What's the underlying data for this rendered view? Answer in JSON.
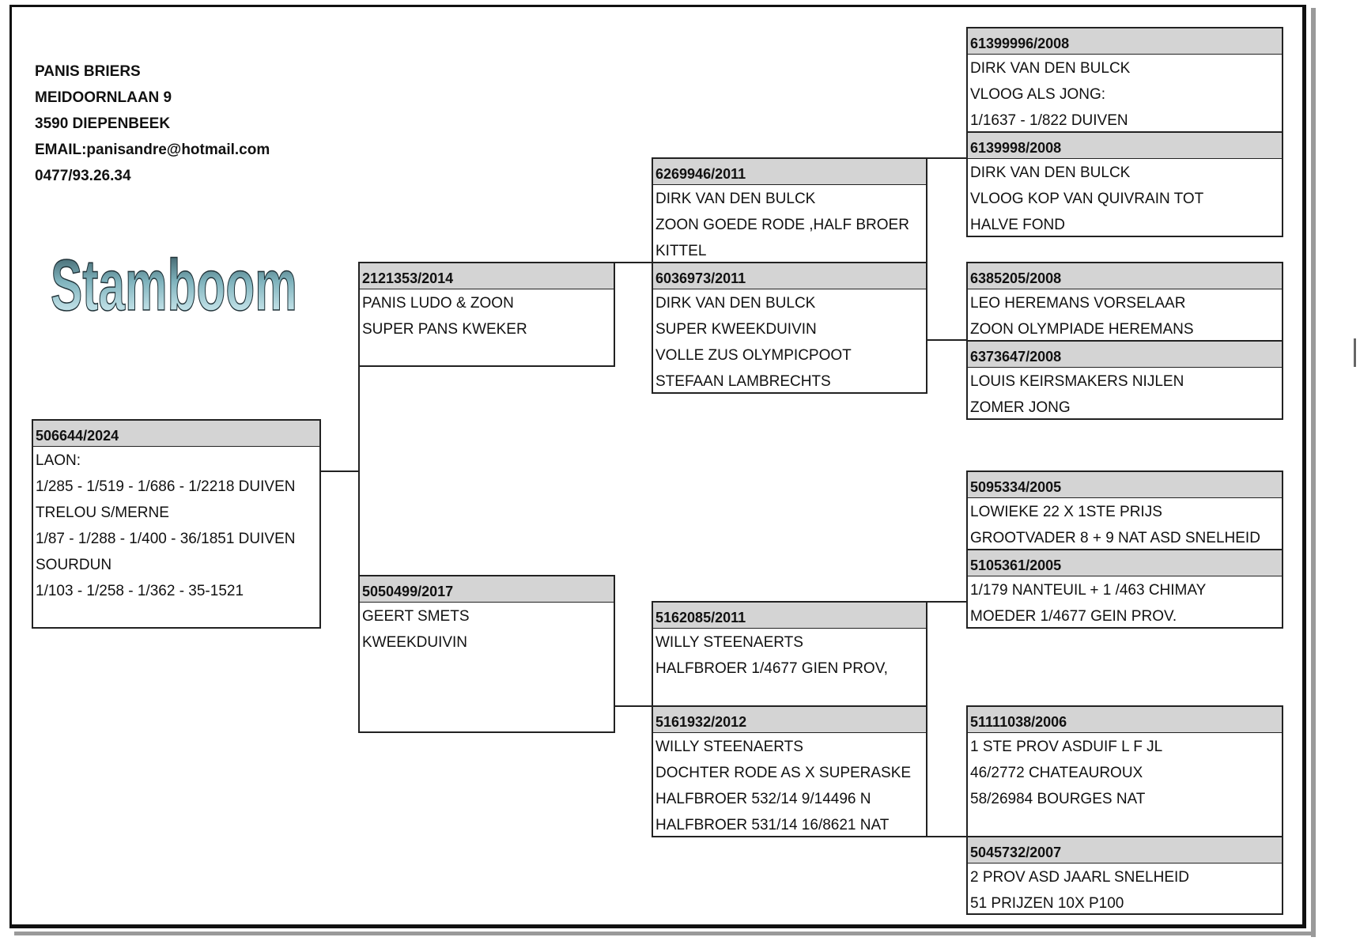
{
  "owner": {
    "name": "PANIS BRIERS",
    "street": "MEIDOORNLAAN 9",
    "city": "3590 DIEPENBEEK",
    "email": "EMAIL:panisandre@hotmail.com",
    "phone": "0477/93.26.34"
  },
  "logo_text": "Stamboom",
  "pigeons": {
    "subject": {
      "ring": "506644/2024",
      "lines": [
        "LAON:",
        "1/285 - 1/519 - 1/686 - 1/2218 DUIVEN",
        "TRELOU S/MERNE",
        "1/87 - 1/288 - 1/400 - 36/1851 DUIVEN",
        "SOURDUN",
        "1/103 - 1/258 - 1/362 - 35-1521"
      ]
    },
    "father": {
      "ring": "2121353/2014",
      "lines": [
        "PANIS LUDO & ZOON",
        "SUPER PANS KWEKER"
      ]
    },
    "mother": {
      "ring": "5050499/2017",
      "lines": [
        "GEERT SMETS",
        "KWEEKDUIVIN"
      ]
    },
    "ff": {
      "ring": "6269946/2011",
      "lines": [
        "DIRK VAN DEN BULCK",
        "ZOON GOEDE RODE ,HALF BROER",
        "KITTEL"
      ]
    },
    "fm": {
      "ring": "6036973/2011",
      "lines": [
        "DIRK VAN DEN BULCK",
        "SUPER KWEEKDUIVIN",
        "VOLLE ZUS OLYMPICPOOT",
        "STEFAAN LAMBRECHTS"
      ]
    },
    "mf": {
      "ring": "5162085/2011",
      "lines": [
        "WILLY STEENAERTS",
        "HALFBROER 1/4677 GIEN PROV,"
      ]
    },
    "mm": {
      "ring": "5161932/2012",
      "lines": [
        "WILLY STEENAERTS",
        "DOCHTER RODE AS X SUPERASKE",
        "HALFBROER 532/14 9/14496 N",
        "HALFBROER 531/14 16/8621 NAT"
      ]
    },
    "fff": {
      "ring": "61399996/2008",
      "lines": [
        "DIRK VAN DEN BULCK",
        "VLOOG ALS JONG:",
        "1/1637  - 1/822 DUIVEN"
      ]
    },
    "ffm": {
      "ring": "6139998/2008",
      "lines": [
        "DIRK VAN DEN BULCK",
        "VLOOG KOP VAN QUIVRAIN TOT",
        "HALVE FOND"
      ]
    },
    "fmf": {
      "ring": "6385205/2008",
      "lines": [
        "LEO HEREMANS VORSELAAR",
        "ZOON OLYMPIADE HEREMANS"
      ]
    },
    "fmm": {
      "ring": "6373647/2008",
      "lines": [
        "LOUIS KEIRSMAKERS NIJLEN",
        "ZOMER JONG"
      ]
    },
    "mff": {
      "ring": "5095334/2005",
      "lines": [
        "LOWIEKE 22 X 1STE PRIJS",
        "GROOTVADER 8 + 9 NAT ASD SNELHEID"
      ]
    },
    "mfm": {
      "ring": "5105361/2005",
      "lines": [
        "1/179 NANTEUIL + 1 /463 CHIMAY",
        "MOEDER 1/4677 GEIN PROV."
      ]
    },
    "mmf": {
      "ring": "51111038/2006",
      "lines": [
        "1 STE PROV ASDUIF L F JL",
        "46/2772 CHATEAUROUX",
        "58/26984 BOURGES NAT"
      ]
    },
    "mmm": {
      "ring": "5045732/2007",
      "lines": [
        "2 PROV ASD JAARL SNELHEID",
        "51 PRIJZEN 10X P100"
      ]
    }
  }
}
